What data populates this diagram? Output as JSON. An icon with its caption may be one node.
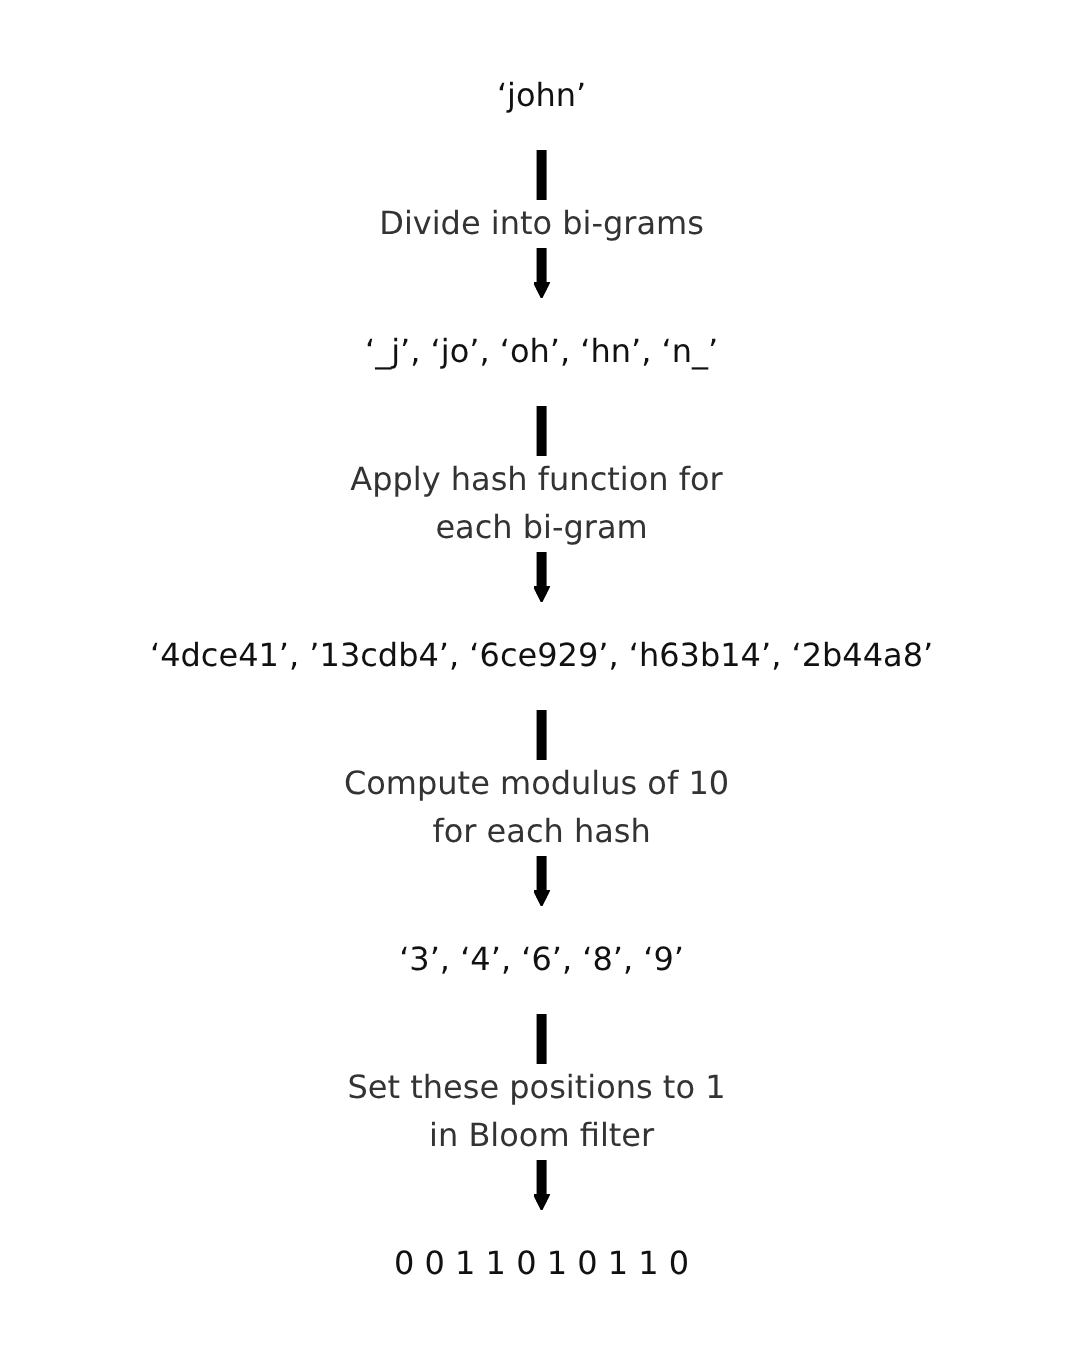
{
  "diagram": {
    "nodes": [
      {
        "text": [
          "‘john’"
        ]
      },
      {
        "text": [
          "‘_j’, ‘jo’, ‘oh’, ‘hn’, ‘n_’"
        ]
      },
      {
        "text": [
          "‘4dce41’, ’13cdb4’, ‘6ce929’, ‘h63b14’, ‘2b44a8’"
        ]
      },
      {
        "text": [
          "‘3’, ‘4’, ‘6’, ‘8’, ‘9’"
        ]
      },
      {
        "text": [
          "0 0 1 1 0 1 0 1 1 0"
        ]
      }
    ],
    "edges": [
      {
        "from": 0,
        "to": 1,
        "arrow": "to",
        "label": "Divide into bi-grams"
      },
      {
        "from": 1,
        "to": 2,
        "arrow": "to",
        "label": "Apply hash function for each bi-gram"
      },
      {
        "from": 2,
        "to": 3,
        "arrow": "to",
        "label": "Compute modulus of 10 for each hash"
      },
      {
        "from": 3,
        "to": 4,
        "arrow": "to",
        "label": "Set these positions to 1 in Bloom filter"
      }
    ]
  }
}
